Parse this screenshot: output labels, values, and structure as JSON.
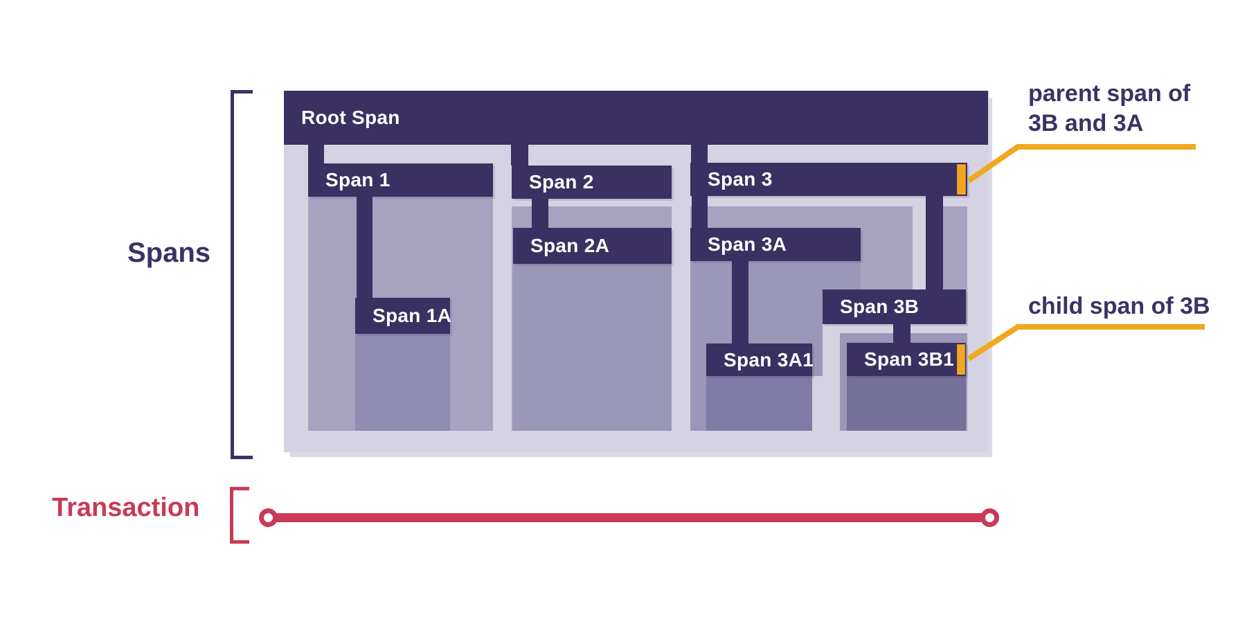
{
  "labels": {
    "spans": "Spans",
    "transaction": "Transaction"
  },
  "diagram": {
    "root_span": {
      "label": "Root Span"
    },
    "spans": [
      {
        "label": "Span 1",
        "children": [
          {
            "label": "Span 1A",
            "children": []
          }
        ]
      },
      {
        "label": "Span 2",
        "children": [
          {
            "label": "Span 2A",
            "children": []
          }
        ]
      },
      {
        "label": "Span 3",
        "children": [
          {
            "label": "Span 3A",
            "children": [
              {
                "label": "Span 3A1"
              }
            ]
          },
          {
            "label": "Span 3B",
            "children": [
              {
                "label": "Span 3B1"
              }
            ]
          }
        ]
      }
    ]
  },
  "annotations": {
    "parent": {
      "lines": [
        "parent span of",
        "3B and 3A"
      ],
      "points_to": "Span 3"
    },
    "child": {
      "lines": [
        "child span of 3B"
      ],
      "points_to": "Span 3B1"
    }
  },
  "colors": {
    "bar_dark": "#3a3061",
    "background_lavender": "#d5d3e2",
    "fill_medium": "#a6a2c0",
    "fill_mid": "#9b97b8",
    "fill_dark": "#8f8bb1",
    "fill_darker": "#7f7aa6",
    "fill_darkest": "#757098",
    "accent_orange": "#f0a820",
    "accent_red": "#c83a56",
    "text_dark": "#3b3264",
    "text_light": "#ffffff"
  }
}
